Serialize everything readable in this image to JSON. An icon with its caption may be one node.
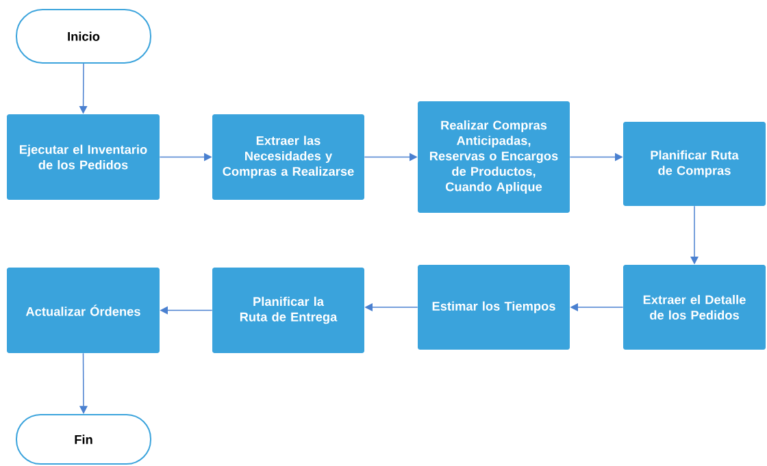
{
  "diagram": {
    "nodes": [
      {
        "text": [
          "Inicio"
        ]
      },
      {
        "text": [
          "Ejecutar el Inventario de los Pedidos"
        ]
      },
      {
        "text": [
          "Extraer las Necesidades y Compras a Realizarse"
        ]
      },
      {
        "text": [
          "Realizar Compras Anticipadas, Reservas o Encargos de Productos, Cuando Aplique"
        ]
      },
      {
        "text": [
          "Planificar Ruta de Compras"
        ]
      },
      {
        "text": [
          "Extraer el Detalle de los Pedidos"
        ]
      },
      {
        "text": [
          "Estimar los Tiempos"
        ]
      },
      {
        "text": [
          "Planificar la Ruta de Entrega"
        ]
      },
      {
        "text": [
          "Actualizar Órdenes"
        ]
      },
      {
        "text": [
          "Fin"
        ]
      }
    ],
    "edges": [
      {
        "from": 0,
        "to": 1,
        "arrow": "to"
      },
      {
        "from": 1,
        "to": 2,
        "arrow": "to"
      },
      {
        "from": 2,
        "to": 3,
        "arrow": "to"
      },
      {
        "from": 3,
        "to": 4,
        "arrow": "to"
      },
      {
        "from": 4,
        "to": 5,
        "arrow": "to"
      },
      {
        "from": 5,
        "to": 6,
        "arrow": "to"
      },
      {
        "from": 6,
        "to": 7,
        "arrow": "to"
      },
      {
        "from": 7,
        "to": 8,
        "arrow": "to"
      },
      {
        "from": 8,
        "to": 9,
        "arrow": "to"
      }
    ]
  }
}
